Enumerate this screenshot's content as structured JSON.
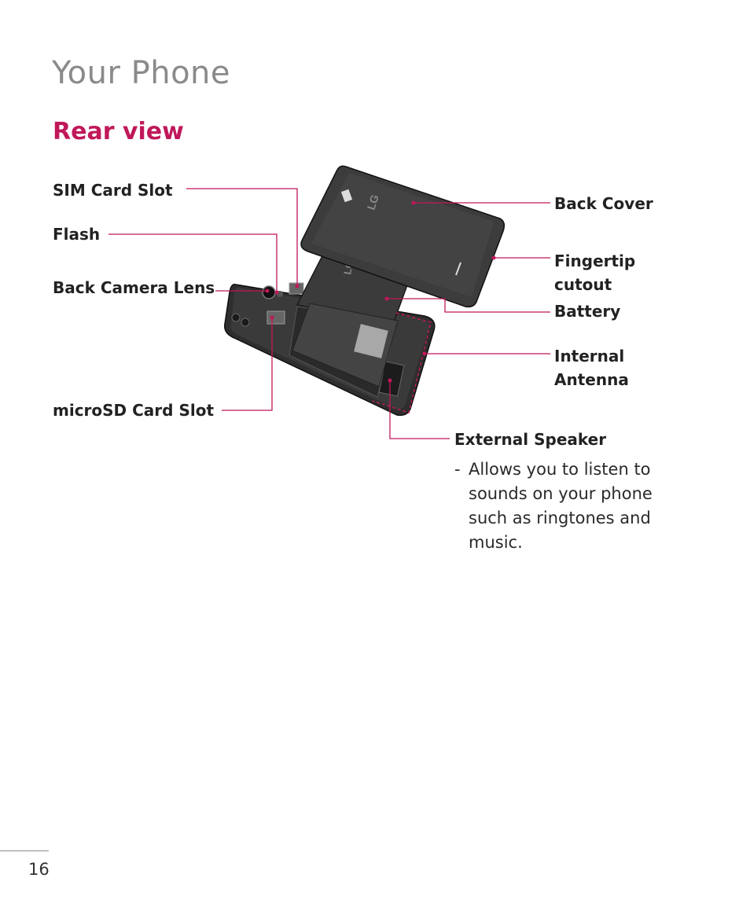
{
  "page": {
    "title": "Your Phone",
    "section_title": "Rear view",
    "page_number": "16"
  },
  "labels": {
    "sim_card_slot": "SIM Card Slot",
    "flash": "Flash",
    "back_camera_lens": "Back Camera Lens",
    "microsd_card_slot": "microSD Card Slot",
    "back_cover": "Back Cover",
    "fingertip_cutout_line1": "Fingertip",
    "fingertip_cutout_line2": "cutout",
    "battery": "Battery",
    "internal_antenna_line1": "Internal",
    "internal_antenna_line2": "Antenna",
    "external_speaker": "External Speaker"
  },
  "speaker_description": {
    "dash": "-",
    "text": "Allows you to listen to sounds on your phone such as ringtones and music."
  },
  "illustration": {
    "logo_text": "LG"
  },
  "colors": {
    "accent": "#c0185a",
    "title_gray": "#8a8a8a",
    "leader_line": "#c0185a"
  }
}
